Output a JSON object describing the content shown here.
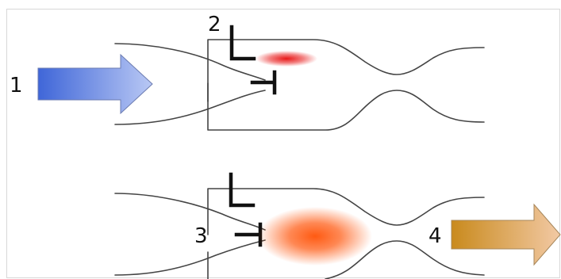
{
  "labels": {
    "label_1": "1",
    "label_2": "2",
    "label_3": "3",
    "label_4": "4"
  },
  "colors": {
    "intake_arrow_start": "#3f66d8",
    "intake_arrow_end": "#b9c8f4",
    "exhaust_arrow_start": "#c98a1d",
    "exhaust_arrow_end": "#f2c9a4",
    "flame_small": "#e81818",
    "flame_large": "#ff5a12",
    "duct_outline": "#444444",
    "valve_shape": "#111111",
    "frame_border": "#d8d8d8"
  },
  "icons": {
    "intake_arrow": "arrow-right-icon",
    "exhaust_arrow": "arrow-right-icon",
    "flame_small": "small-flame-icon",
    "flame_large": "large-flame-icon"
  }
}
